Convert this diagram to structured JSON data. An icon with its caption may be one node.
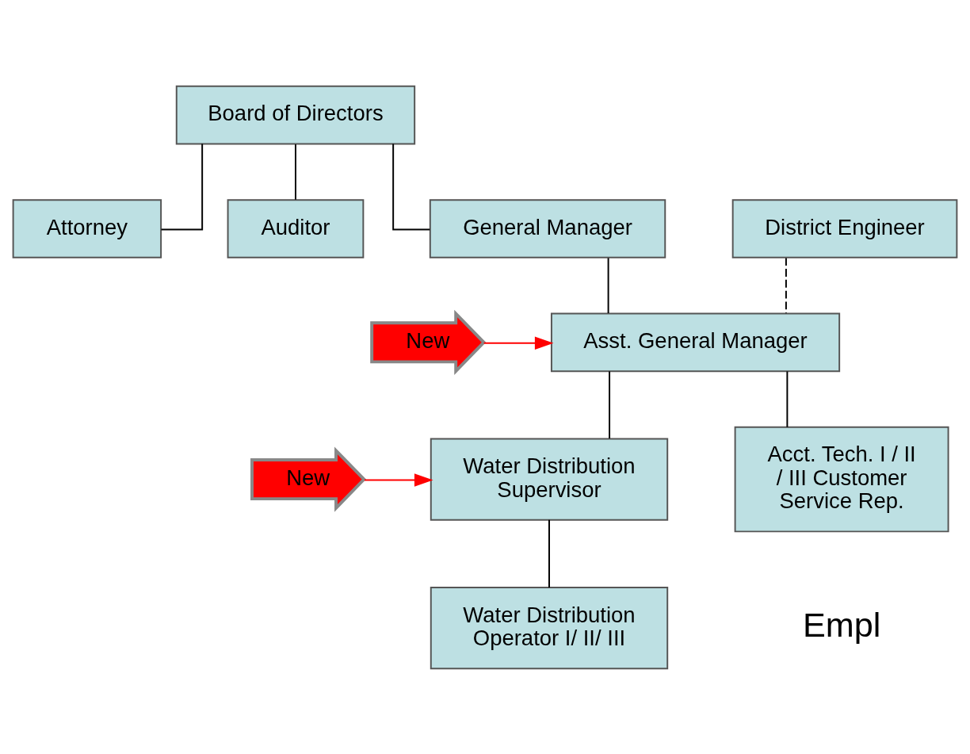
{
  "diagram": {
    "nodes": [
      {
        "text": [
          "Board of Directors"
        ]
      },
      {
        "text": [
          "General Manager"
        ]
      },
      {
        "text": [
          "Attorney"
        ]
      },
      {
        "text": [
          "Auditor"
        ]
      },
      {
        "text": [
          "District Engineer"
        ]
      },
      {
        "text": [
          "Asst. General Manager"
        ]
      },
      {
        "text": [
          "New"
        ]
      },
      {
        "text": [
          "Water Distribution Supervisor"
        ]
      },
      {
        "text": [
          "New"
        ]
      },
      {
        "text": [
          "Water Distribution Operator I/ II/ III"
        ]
      },
      {
        "text": [
          "Acct. Tech. I / II / III Customer Service Rep."
        ]
      }
    ],
    "edges": [
      {
        "from": 0,
        "to": 2,
        "arrow": "none"
      },
      {
        "from": 0,
        "to": 1,
        "arrow": "none"
      },
      {
        "from": 0,
        "to": 3,
        "arrow": "none"
      },
      {
        "from": 1,
        "to": 5,
        "arrow": "none"
      },
      {
        "from": 4,
        "to": 5,
        "arrow": "none",
        "style": "dashed"
      },
      {
        "from": 6,
        "to": 5,
        "arrow": "to",
        "color": "#ff0000"
      },
      {
        "from": 5,
        "to": 7,
        "arrow": "none"
      },
      {
        "from": 5,
        "to": 10,
        "arrow": "none"
      },
      {
        "from": 8,
        "to": 7,
        "arrow": "to",
        "color": "#ff0000"
      },
      {
        "from": 7,
        "to": 9,
        "arrow": "none"
      }
    ],
    "labels": [
      "Empl"
    ]
  }
}
